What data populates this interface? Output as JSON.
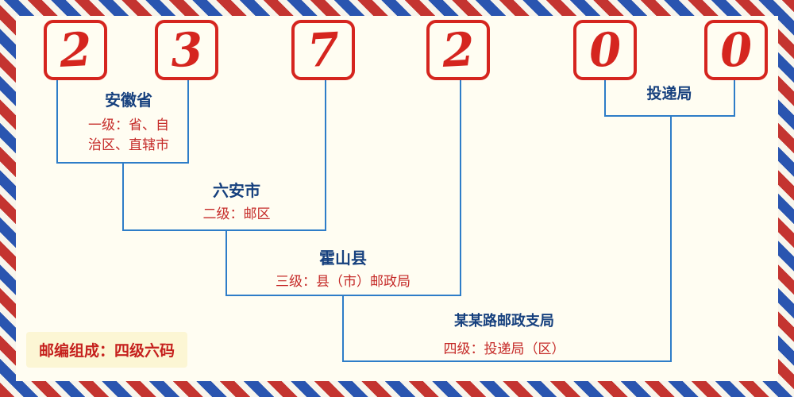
{
  "postcode": {
    "digits": [
      "2",
      "3",
      "7",
      "2",
      "0",
      "0"
    ]
  },
  "labels": {
    "level1": {
      "name": "安徽省",
      "desc_line1": "一级：省、自",
      "desc_line2": "治区、直辖市"
    },
    "level2": {
      "name": "六安市",
      "desc": "二级：邮区"
    },
    "level3": {
      "name": "霍山县",
      "desc": "三级：县（市）邮政局"
    },
    "level4": {
      "name": "某某路邮政支局",
      "desc": "四级：投递局（区）"
    },
    "delivery": {
      "name": "投递局"
    }
  },
  "footer": {
    "composition": "邮编组成：四级六码"
  },
  "colors": {
    "digit_red": "#d5251f",
    "place_name_blue": "#16407e",
    "desc_red": "#c52a28",
    "connector_blue": "#2e7dc8",
    "stripe_red": "#c43430",
    "stripe_blue": "#2a55b0",
    "background_ivory": "#fffdf2",
    "badge_yellow": "#fcf6d4"
  }
}
